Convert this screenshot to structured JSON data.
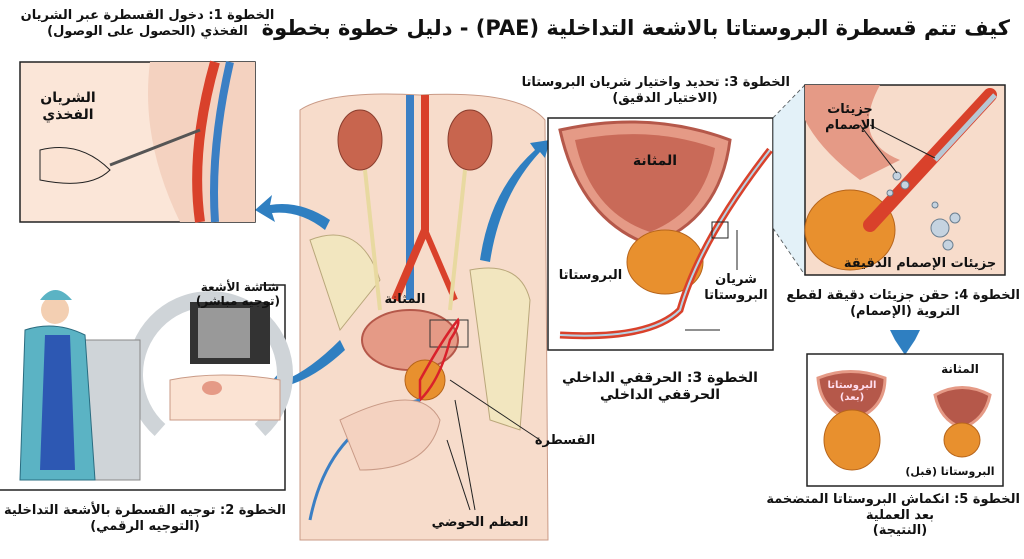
{
  "title": "كيف تتم قسطرة البروستاتا بالاشعة التداخلية (PAE) - دليل خطوة بخطوة",
  "step1": {
    "caption_line1": "الخطوة 1: دخول القسطرة عبر الشريان",
    "caption_line2": "الفخذي (الحصول على الوصول)",
    "label_artery_line1": "الشريان",
    "label_artery_line2": "الفخذي"
  },
  "step2": {
    "caption_line1": "الخطوة 2: توجيه القسطرة بالأشعة التداخلية",
    "caption_line2": "(التوجيه الرقمي)",
    "label_screen_line1": "شاشة الأشعة",
    "label_screen_line2": "(توجيه مباشر)"
  },
  "center": {
    "label_bladder": "المثانة",
    "label_catheter": "القسطرة",
    "label_pelvic_bone": "العظم الحوضي"
  },
  "step3": {
    "title_line1": "الخطوة 3: تحديد واختيار شريان البروستاتا",
    "title_line2": "(الاختيار الدقيق)",
    "label_bladder": "المثانة",
    "label_prostate": "البروستاتا",
    "label_artery_line1": "شريان",
    "label_artery_line2": "البروستاتا",
    "caption_line1": "الخطوة 3: الحرقفي الداخلي",
    "caption_line2": "الحرقفي الداخلي"
  },
  "step4": {
    "label_particles_line1": "جزيئات",
    "label_particles_line2": "الإصمام",
    "label_micro_particles": "جزيئات الإصمام الدقيقة",
    "caption_line1": "الخطوة 4: حقن جزيئات دقيقة لقطع",
    "caption_line2": "التروية (الإصمام)"
  },
  "step5": {
    "label_bladder": "المثانة",
    "label_prostate_after_line1": "البروستاتا",
    "label_prostate_after_line2": "(بعد)",
    "label_prostate_before": "البروستاتا (قبل)",
    "caption_line1": "الخطوة 5: انكماش البروستاتا المتضخمة",
    "caption_line2": "بعد العملية",
    "caption_line3": "(النتيجة)"
  },
  "colors": {
    "artery": "#d9412b",
    "vein": "#3b7fc4",
    "arrow": "#2f7fc1",
    "prostate": "#e8902e",
    "bladder": "#e59a86",
    "skin": "#f7dccb",
    "bone": "#f2e6bf"
  }
}
